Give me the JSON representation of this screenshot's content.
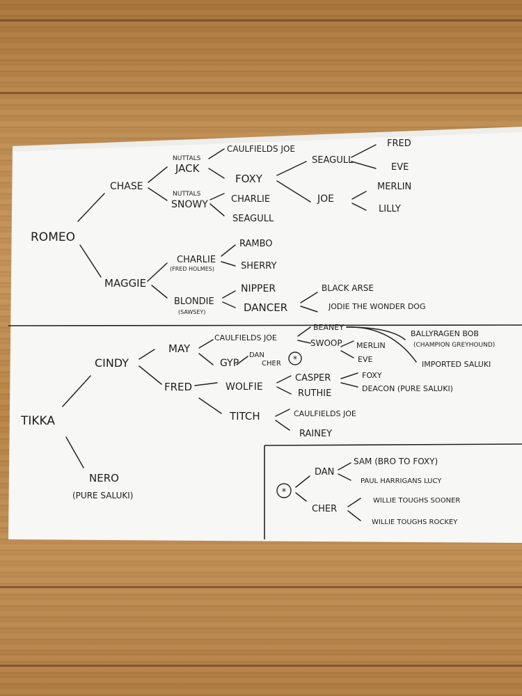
{
  "tree_top": {
    "root": "ROMEO",
    "chase": "CHASE",
    "maggie": "MAGGIE",
    "nuttals_1": "NUTTALS",
    "jack": "JACK",
    "nuttals_2": "NUTTALS",
    "snowy": "SNOWY",
    "caulfields_joe": "CAULFIELDS JOE",
    "foxy": "FOXY",
    "charlie_a": "CHARLIE",
    "seagull_a": "SEAGULL",
    "seagull_b": "SEAGULL",
    "fred": "FRED",
    "eve": "EVE",
    "joe": "JOE",
    "merlin": "MERLIN",
    "lilly": "LILLY",
    "charlie_b": "CHARLIE",
    "fred_holmes": "(FRED HOLMES)",
    "rambo": "RAMBO",
    "sherry": "SHERRY",
    "blondie": "BLONDIE",
    "sawsey": "(SAWSEY)",
    "nipper": "NIPPER",
    "dancer": "DANCER",
    "black_arse": "BLACK ARSE",
    "jodie": "JODIE THE WONDER DOG"
  },
  "tree_bottom": {
    "root": "TIKKA",
    "cindy": "CINDY",
    "nero": "NERO",
    "pure_saluki_1": "(PURE SALUKI)",
    "may": "MAY",
    "fred": "FRED",
    "caulfields_joe_a": "CAULFIELDS JOE",
    "gyp": "GYP",
    "dan_small": "DAN",
    "cher_small": "CHER",
    "star_mark": "*",
    "beaney": "BEANEY",
    "swoop": "SWOOP",
    "merlin": "MERLIN",
    "eve": "EVE",
    "ballyragen": "BALLYRAGEN BOB",
    "champion": "(CHAMPION GREYHOUND)",
    "imported_saluki": "IMPORTED SALUKI",
    "wolfie": "WOLFIE",
    "casper": "CASPER",
    "ruthie": "RUTHIE",
    "foxy": "FOXY",
    "deacon": "DEACON (PURE SALUKI)",
    "titch": "TITCH",
    "caulfields_joe_b": "CAULFIELDS JOE",
    "rainey": "RAINEY"
  },
  "inset": {
    "star_mark": "*",
    "dan": "DAN",
    "cher": "CHER",
    "sam": "SAM (BRO TO FOXY)",
    "paul": "PAUL HARRIGANS LUCY",
    "sooner": "WILLIE TOUGHS SOONER",
    "rockey": "WILLIE TOUGHS ROCKEY"
  },
  "colors": {
    "paper": "#f7f7f5",
    "ink": "#1c1c1c",
    "wood": "#b7854a"
  }
}
